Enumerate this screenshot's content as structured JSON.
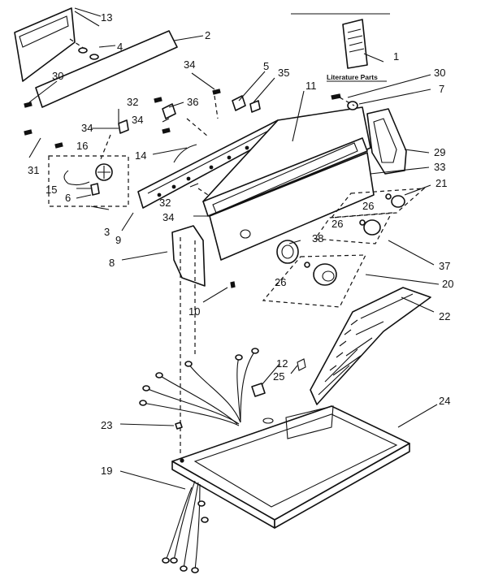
{
  "diagram": {
    "literature_label": "Literature Parts",
    "callouts": {
      "c1": "1",
      "c2": "2",
      "c3": "3",
      "c4": "4",
      "c5": "5",
      "c6": "6",
      "c7": "7",
      "c8": "8",
      "c9": "9",
      "c10": "10",
      "c11": "11",
      "c12": "12",
      "c13": "13",
      "c14": "14",
      "c15": "15",
      "c16": "16",
      "c19": "19",
      "c20": "20",
      "c21": "21",
      "c22": "22",
      "c23": "23",
      "c24": "24",
      "c25": "25",
      "c26a": "26",
      "c26b": "26",
      "c26c": "26",
      "c29": "29",
      "c30a": "30",
      "c30b": "30",
      "c31": "31",
      "c32a": "32",
      "c32b": "32",
      "c33": "33",
      "c34a": "34",
      "c34b": "34",
      "c34c": "34",
      "c34d": "34",
      "c35": "35",
      "c36": "36",
      "c37": "37",
      "c38": "38"
    }
  }
}
